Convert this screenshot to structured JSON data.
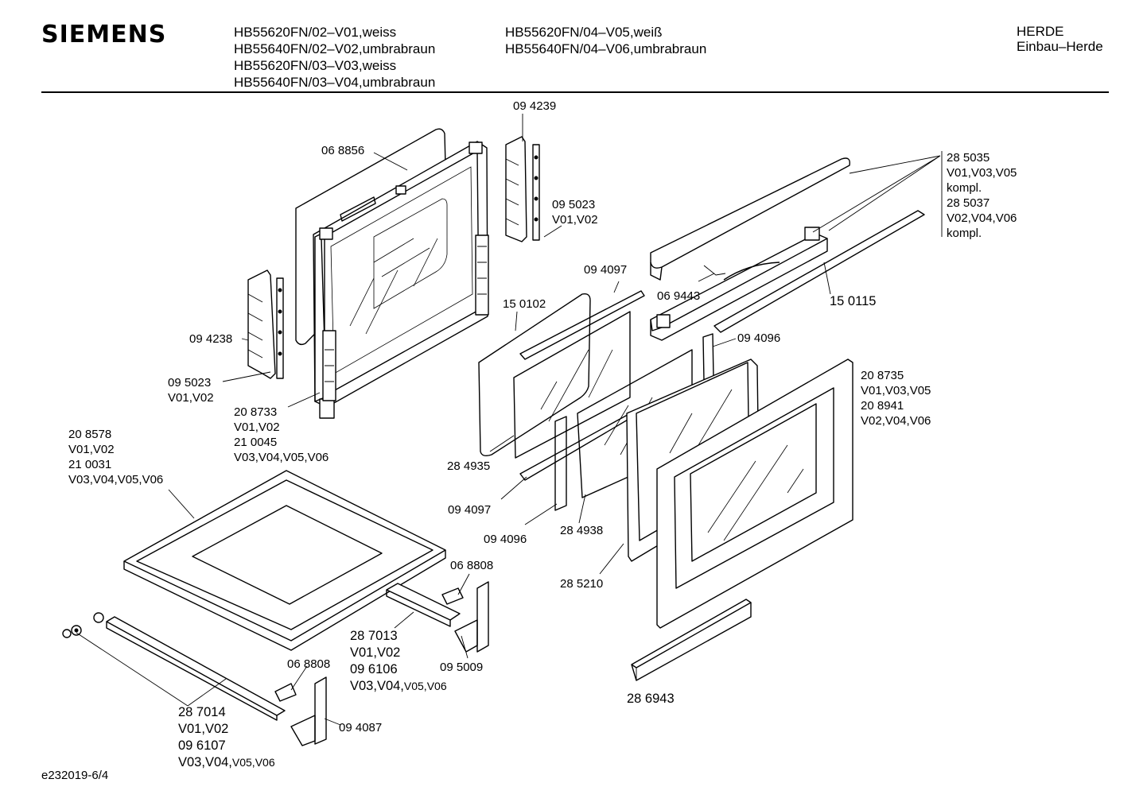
{
  "header": {
    "brand": "SIEMENS",
    "models_col1": [
      "HB55620FN/02–V01,weiss",
      "HB55640FN/02–V02,umbrabraun",
      "HB55620FN/03–V03,weiss",
      "HB55640FN/03–V04,umbrabraun"
    ],
    "models_col2": [
      "HB55620FN/04–V05,weiß",
      "HB55640FN/04–V06,umbrabraun"
    ],
    "category": "HERDE",
    "subcategory": "Einbau–Herde"
  },
  "parts": {
    "p094239": "09 4239",
    "p068856": "06 8856",
    "p095023a": [
      "09 5023",
      "V01,V02"
    ],
    "p285035": [
      "28 5035",
      "V01,V03,V05",
      "kompl.",
      "28 5037",
      "V02,V04,V06",
      "kompl."
    ],
    "p094097a": "09 4097",
    "p150102": "15 0102",
    "p069443": "06 9443",
    "p150115": "15 0115",
    "p094238": "09 4238",
    "p095023b": [
      "09 5023",
      "V01,V02"
    ],
    "p094096a": "09 4096",
    "p208735": [
      "20 8735",
      "V01,V03,V05",
      "20 8941",
      "V02,V04,V06"
    ],
    "p208733": [
      "20 8733",
      "V01,V02",
      "21 0045",
      "V03,V04,V05,V06"
    ],
    "p208578": [
      "20 8578",
      "V01,V02",
      "21 0031",
      "V03,V04,V05,V06"
    ],
    "p284935": "28 4935",
    "p094097b": "09 4097",
    "p094096b": "09 4096",
    "p284938": "28 4938",
    "p285210": "28 5210",
    "p068808a": "06 8808",
    "p287013": [
      "28 7013",
      "V01,V02",
      "09 6106"
    ],
    "p287013_v": "V03,V04,",
    "p287013_vs": "V05,V06",
    "p095009": "09 5009",
    "p068808b": "06 8808",
    "p094087": "09 4087",
    "p286943": "28 6943",
    "p287014": [
      "28 7014",
      "V01,V02",
      "09 6107"
    ],
    "p287014_v": "V03,V04,",
    "p287014_vs": "V05,V06"
  },
  "footer": {
    "drawing_id": "e232019-6/4"
  }
}
